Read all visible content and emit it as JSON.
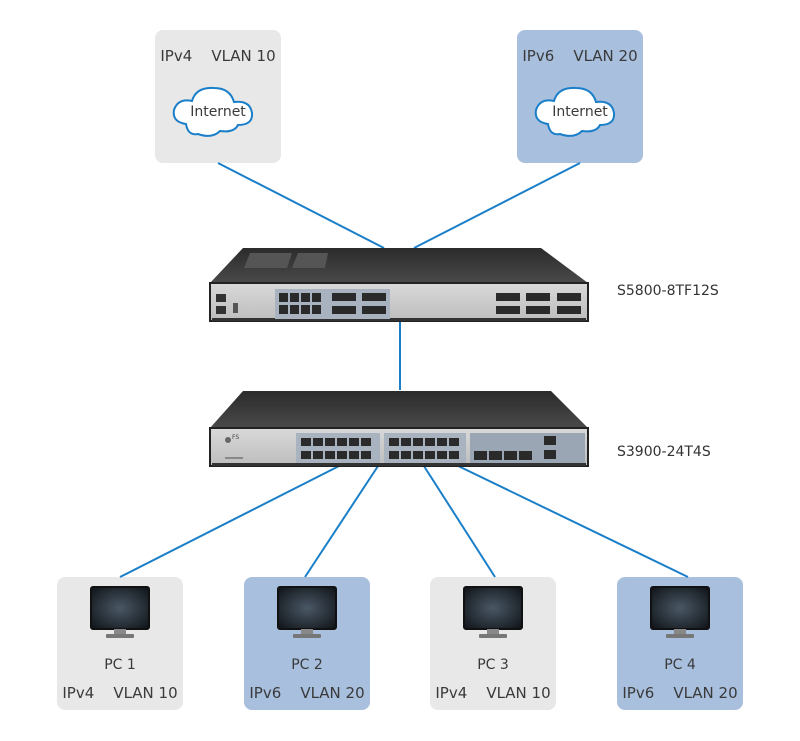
{
  "colors": {
    "ipv4_box": "#e8e8e8",
    "ipv6_box": "#a8bfde",
    "link": "#1a7fc8"
  },
  "internet": [
    {
      "label": "IPv4    VLAN 10",
      "cloud_label": "Internet",
      "style": "ipv4"
    },
    {
      "label": "IPv6    VLAN 20",
      "cloud_label": "Internet",
      "style": "ipv6"
    }
  ],
  "switches": {
    "core": {
      "name": "S5800-8TF12S"
    },
    "access": {
      "name": "S3900-24T4S",
      "brand": "FS"
    }
  },
  "pcs": [
    {
      "name": "PC 1",
      "label": "IPv4    VLAN 10",
      "style": "ipv4"
    },
    {
      "name": "PC 2",
      "label": "IPv6    VLAN 20",
      "style": "ipv6"
    },
    {
      "name": "PC 3",
      "label": "IPv4    VLAN 10",
      "style": "ipv4"
    },
    {
      "name": "PC 4",
      "label": "IPv6    VLAN 20",
      "style": "ipv6"
    }
  ]
}
